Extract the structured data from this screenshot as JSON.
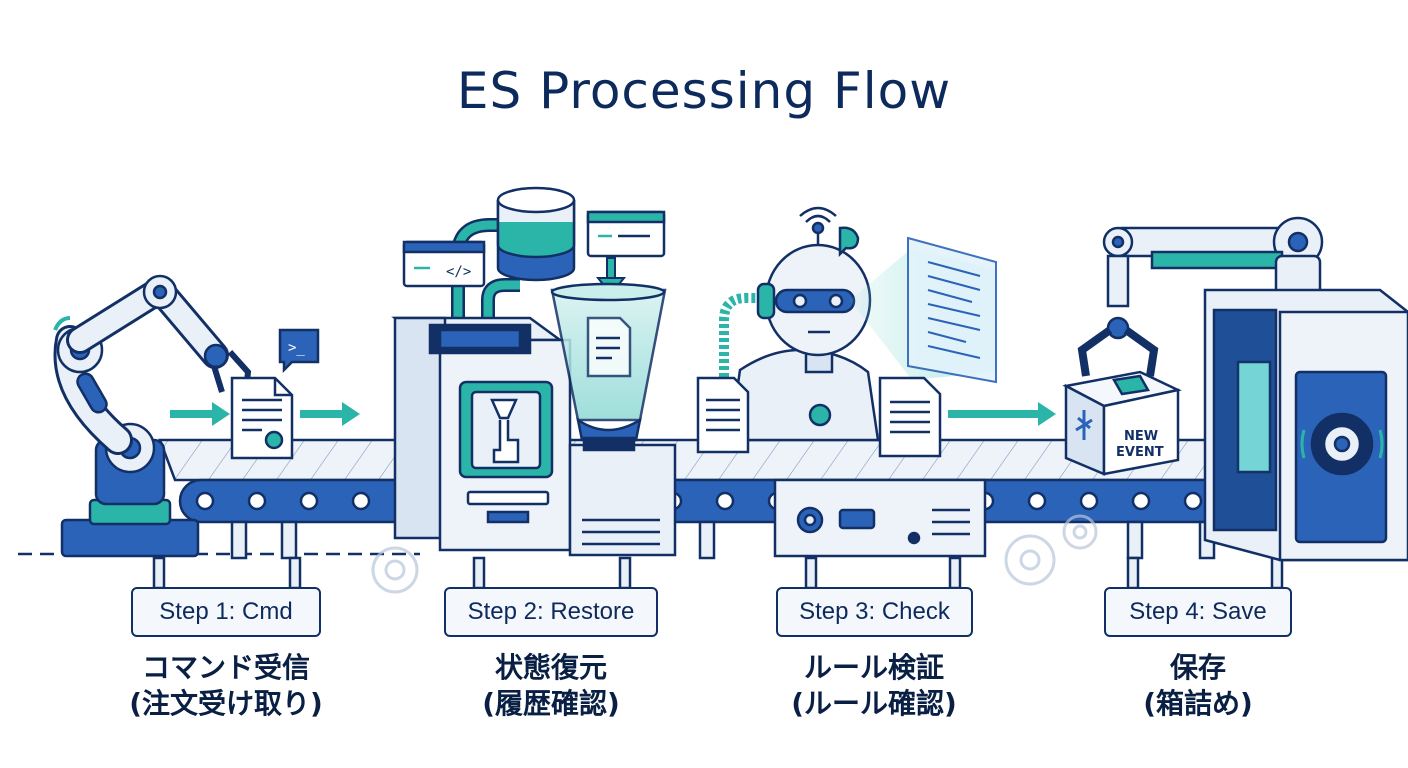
{
  "title": "ES Processing Flow",
  "steps": [
    {
      "label": "Step 1: Cmd",
      "jp_line1": "コマンド受信",
      "jp_line2": "(注文受け取り)"
    },
    {
      "label": "Step 2: Restore",
      "jp_line1": "状態復元",
      "jp_line2": "(履歴確認)"
    },
    {
      "label": "Step 3: Check",
      "jp_line1": "ルール検証",
      "jp_line2": "(ルール確認)"
    },
    {
      "label": "Step 4: Save",
      "jp_line1": "保存",
      "jp_line2": "(箱詰め)"
    }
  ],
  "box_label": {
    "line1": "NEW",
    "line2": "EVENT"
  },
  "icons": {
    "terminal": "terminal-icon",
    "code_window": "code-window-icon",
    "database": "database-icon",
    "gear": "gear-icon",
    "wifi": "wifi-icon"
  },
  "colors": {
    "navy": "#123066",
    "blue": "#2a63b8",
    "teal": "#2bb5a8",
    "light": "#e9f0f8"
  }
}
